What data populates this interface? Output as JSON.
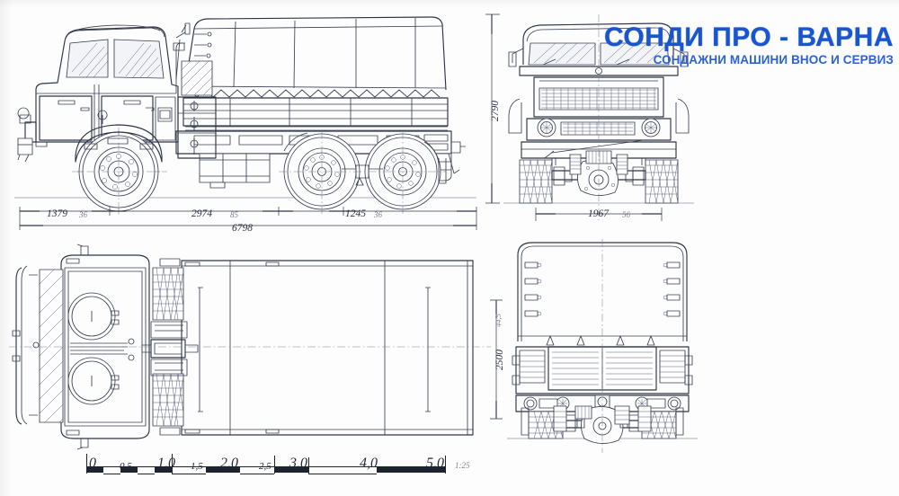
{
  "document": {
    "type": "technical-blueprint",
    "subject": "6x6 cab-over cargo truck general arrangement drawing",
    "views": [
      "side elevation",
      "front elevation",
      "plan (top) view",
      "rear elevation"
    ]
  },
  "logo": {
    "line1": "СОНДИ ПРО - ВАРНА",
    "line2": "СОНДАЖНИ МАШИНИ ВНОС И СЕРВИЗ",
    "color": "#1a55d0"
  },
  "dimensions": {
    "side": {
      "front_overhang": "1379",
      "front_overhang_note": "36",
      "wheelbase": "2974",
      "wheelbase_note": "85",
      "rear_section": "1245",
      "rear_section_note": "36",
      "overall_length": "6798",
      "overall_height": "2790"
    },
    "front": {
      "track_width": "1967",
      "track_width_note": "56"
    },
    "rear": {
      "overall_width": "2500",
      "width_note": "44,5"
    }
  },
  "scale_bar": {
    "labels": [
      "0",
      "0,5",
      "1,0",
      "1,5",
      "2,0",
      "2,5",
      "3,0",
      "4,0",
      "5,0"
    ],
    "unit_note": "1:25",
    "min": 0,
    "max": 5.0
  }
}
